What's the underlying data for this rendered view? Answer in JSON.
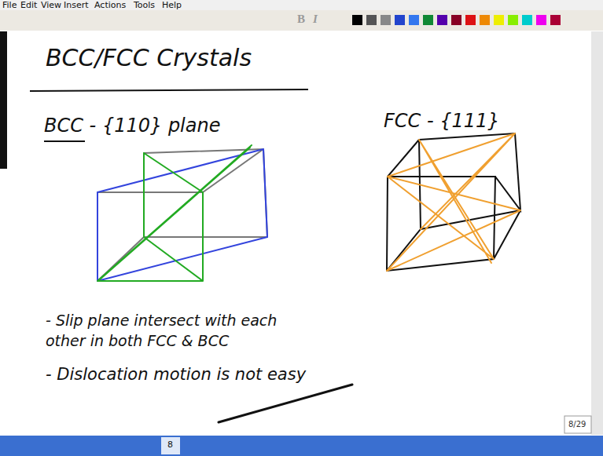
{
  "diagram": {
    "title": "BCC/FCC Crystals",
    "labels": [
      "File",
      "Edit",
      "View",
      "Insert",
      "Actions",
      "Tools",
      "Help",
      "B",
      "I",
      "BCC - {110} plane",
      "FCC - {111}",
      "- Slip plane intersect with each other in both FCC & BCC",
      "- Dislocation motion is not easy",
      "8/29",
      "8"
    ]
  }
}
